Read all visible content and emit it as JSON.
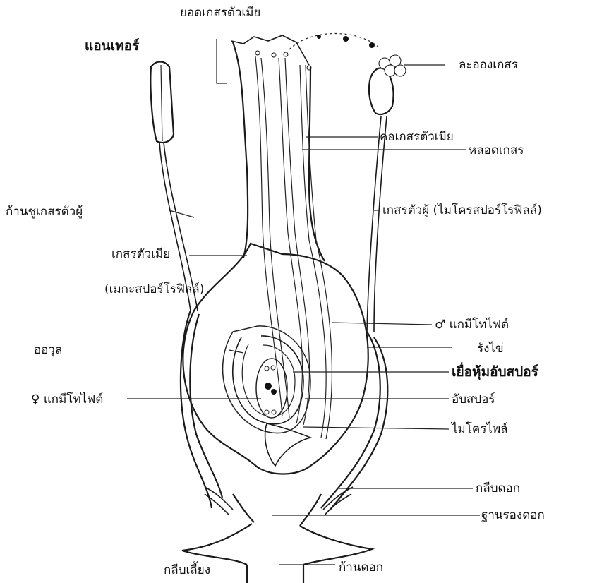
{
  "labels": {
    "stigma": "ยอดเกสรตัวเมีย",
    "anther": "แอนเทอร์",
    "pollen_tetrad": "ละอองเกสร",
    "style": "คอเกสรตัวเมีย",
    "pollen_tube": "หลอดเกสร",
    "filament": "ก้านชูเกสรตัวผู้",
    "stamen": "เกสรตัวผู้ (ไมโครสปอร์โรฟิลล์)",
    "pistil": "เกสรตัวเมีย",
    "megasporophyll": "(เมกะสปอร์โรฟิลล์)",
    "male_gametophyte": "♂ แกมีโทไฟต์",
    "ovary": "รังไข่",
    "ovule": "ออวุล",
    "integument": "เยื่อหุ้มอับสปอร์",
    "female_gametophyte": "♀ แกมีโทไฟต์",
    "sporangium": "อับสปอร์",
    "micropyle": "ไมโครไพล์",
    "petal": "กลีบดอก",
    "receptacle": "ฐานรองดอก",
    "sepal": "กลีบเลี้ยง",
    "pedicel": "ก้านดอก"
  }
}
